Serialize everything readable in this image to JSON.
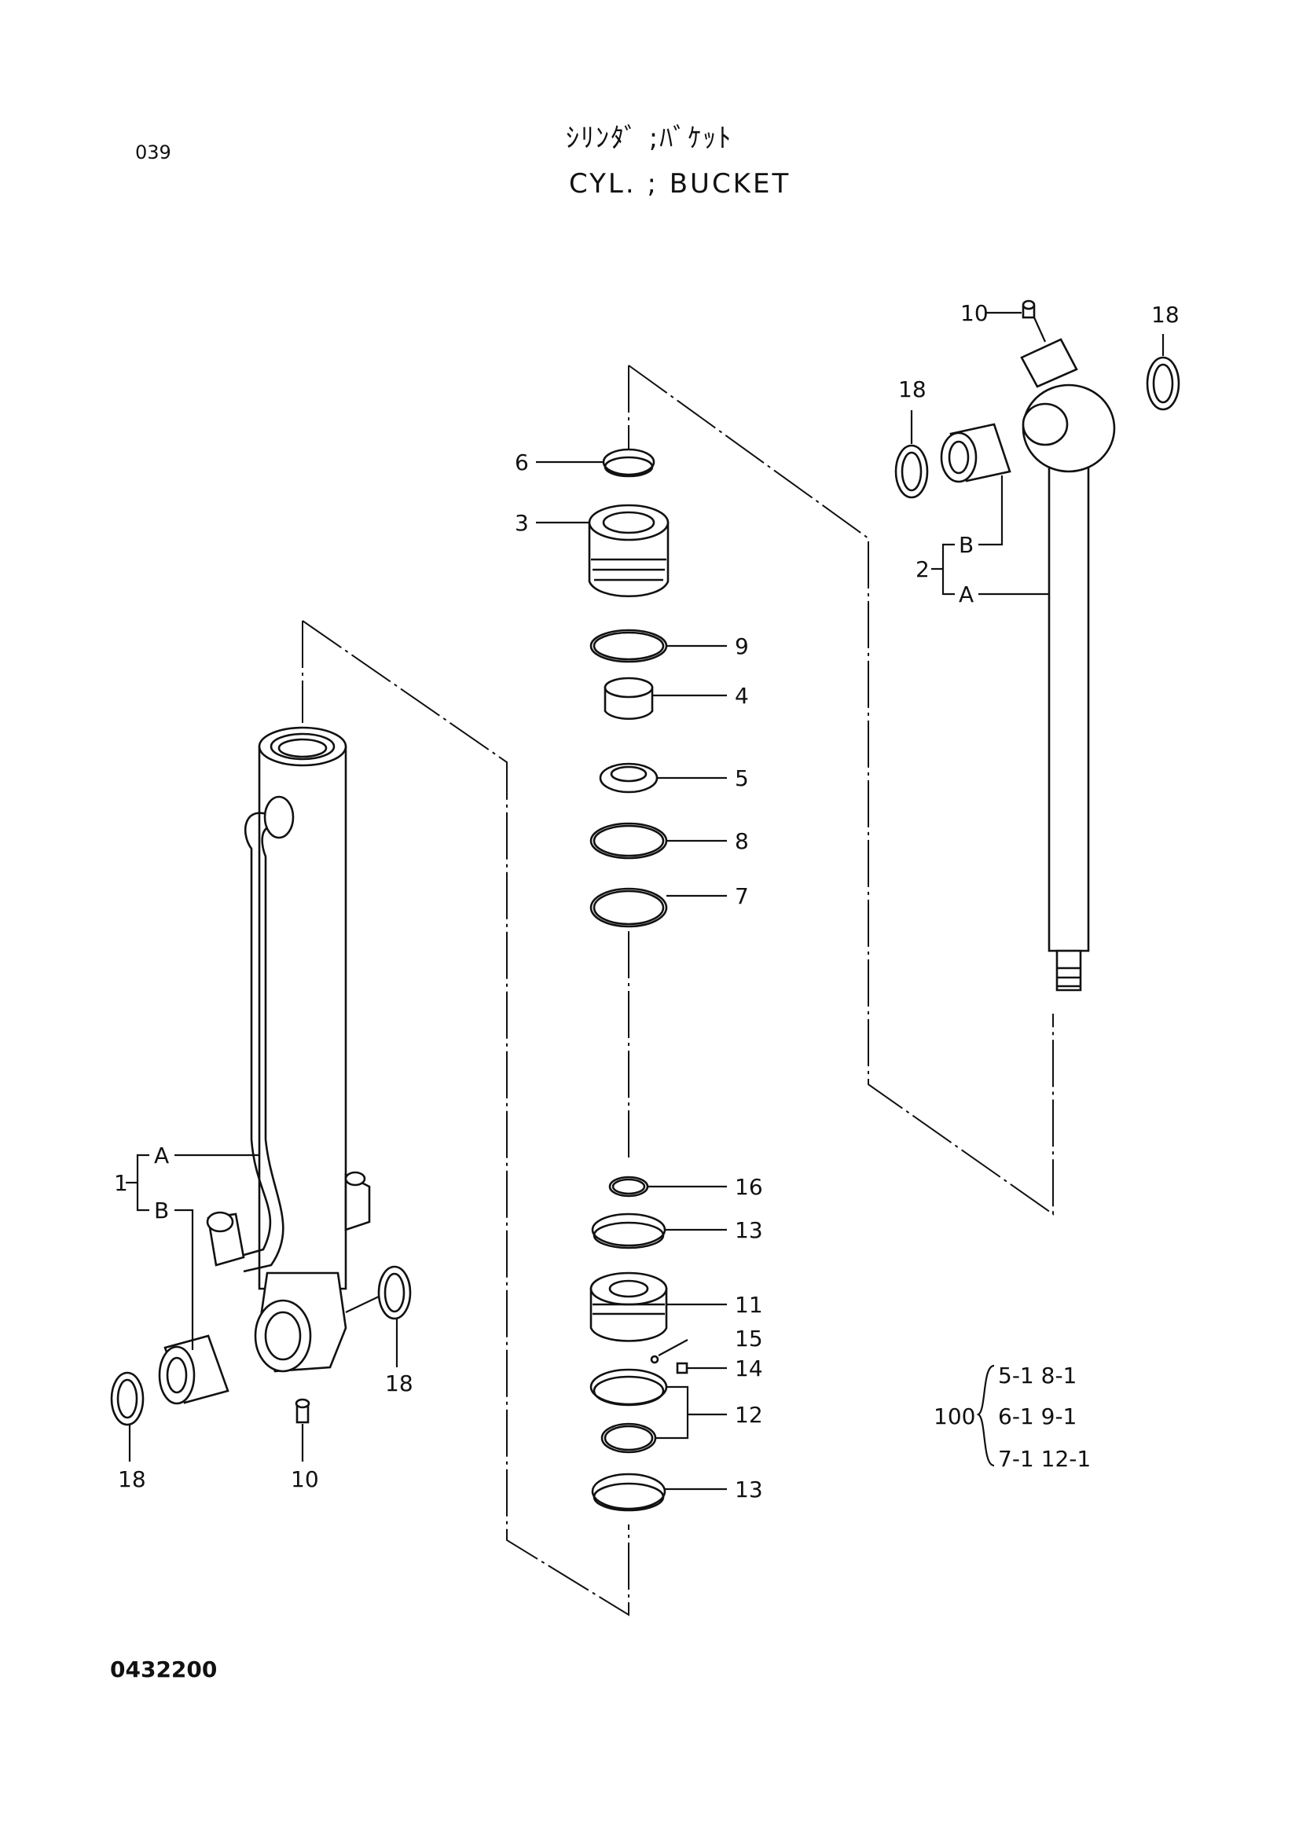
{
  "header": {
    "page_number": "039",
    "title_jp": "ｼﾘﾝﾀﾞ ;ﾊﾞｹｯﾄ",
    "title_en": "CYL. ; BUCKET"
  },
  "footer": {
    "document_code": "0432200"
  },
  "callouts": {
    "p1": "1",
    "p1a": "A",
    "p1b": "B",
    "p2": "2",
    "p2a": "A",
    "p2b": "B",
    "p3": "3",
    "p4": "4",
    "p5": "5",
    "p6": "6",
    "p7": "7",
    "p8": "8",
    "p9": "9",
    "p10_left": "10",
    "p10_right": "10",
    "p11": "11",
    "p12": "12",
    "p13_upper": "13",
    "p13_lower": "13",
    "p14": "14",
    "p15": "15",
    "p16": "16",
    "p18_left": "18",
    "p18_mid": "18",
    "p18_rod_left": "18",
    "p18_rod_right": "18"
  },
  "seal_kit": {
    "number": "100",
    "rows": [
      "5-1   8-1",
      "6-1   9-1",
      "7-1  12-1"
    ]
  }
}
